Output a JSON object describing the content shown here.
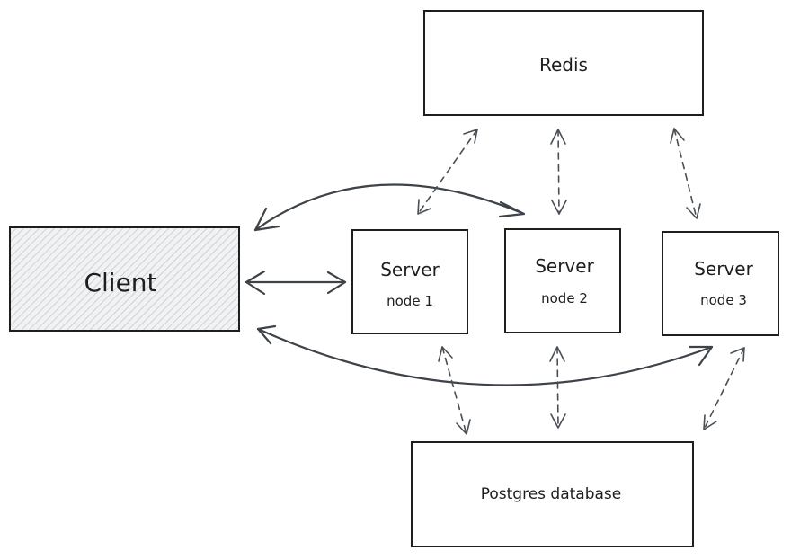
{
  "nodes": {
    "redis": "Redis",
    "client": "Client",
    "server1": {
      "title": "Server",
      "subtitle": "node 1"
    },
    "server2": {
      "title": "Server",
      "subtitle": "node 2"
    },
    "server3": {
      "title": "Server",
      "subtitle": "node 3"
    },
    "postgres": "Postgres database"
  },
  "colors": {
    "stroke": "#1e1e1e",
    "arrow": "#3d4348",
    "hatch": "#bfc3c7",
    "client_fill": "#f1f2f3"
  }
}
